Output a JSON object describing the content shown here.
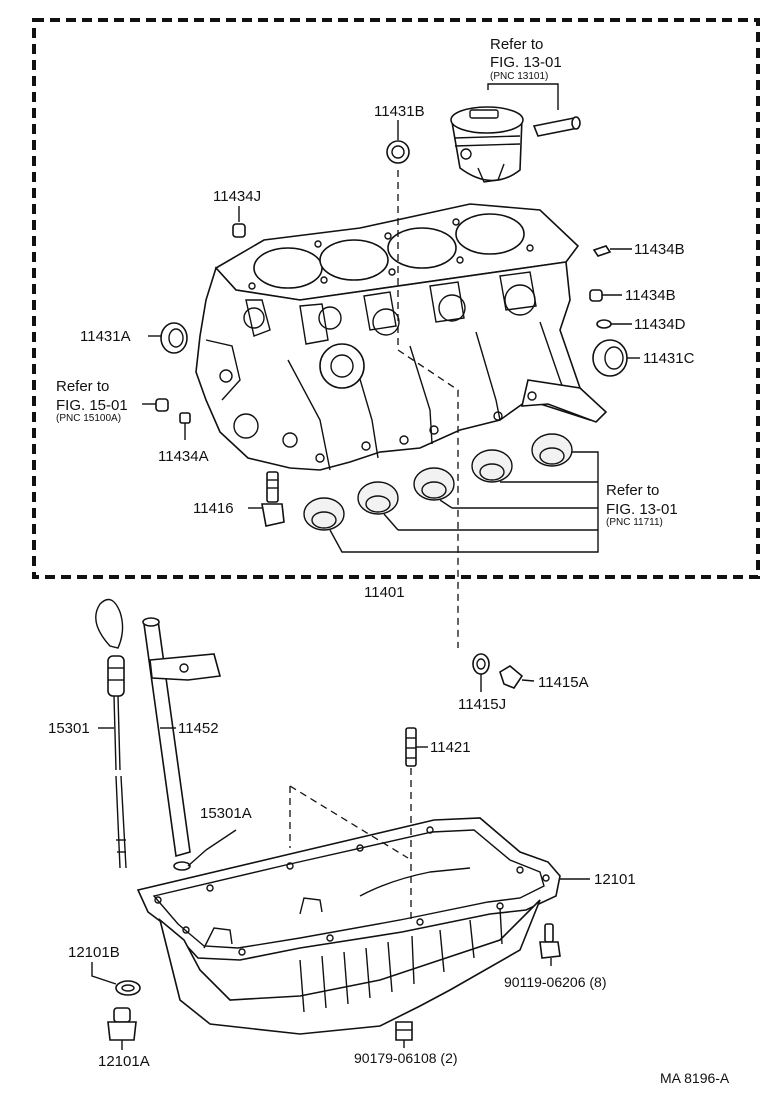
{
  "diagram": {
    "ref_piston": {
      "line1": "Refer to",
      "line2": "FIG. 13-01",
      "line3": "(PNC 13101)"
    },
    "ref_bearing": {
      "line1": "Refer to",
      "line2": "FIG. 13-01",
      "line3": "(PNC 11711)"
    },
    "ref_stiffener": {
      "line1": "Refer to",
      "line2": "FIG. 15-01",
      "line3": "(PNC 15100A)"
    },
    "labels": {
      "p11431B": "11431B",
      "p11434J": "11434J",
      "p11434B_top": "11434B",
      "p11434B_mid": "11434B",
      "p11434D": "11434D",
      "p11431C": "11431C",
      "p11431A": "11431A",
      "p11434A": "11434A",
      "p11416": "11416",
      "p11401": "11401",
      "p11415A": "11415A",
      "p11415J": "11415J",
      "p15301": "15301",
      "p11452": "11452",
      "p11421": "11421",
      "p15301A": "15301A",
      "p12101": "12101",
      "p12101B": "12101B",
      "p12101A": "12101A",
      "p90119": "90119-06206 (8)",
      "p90179": "90179-06108 (2)",
      "code": "MA 8196-A"
    }
  }
}
